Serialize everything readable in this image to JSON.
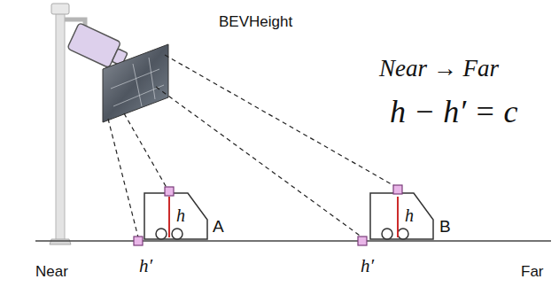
{
  "diagram": {
    "title": "BEVHeight",
    "labels": [
      "Near → Far",
      "h − h′ = c",
      "h",
      "A",
      "h",
      "B",
      "h′",
      "h′",
      "Near",
      "Far"
    ]
  }
}
